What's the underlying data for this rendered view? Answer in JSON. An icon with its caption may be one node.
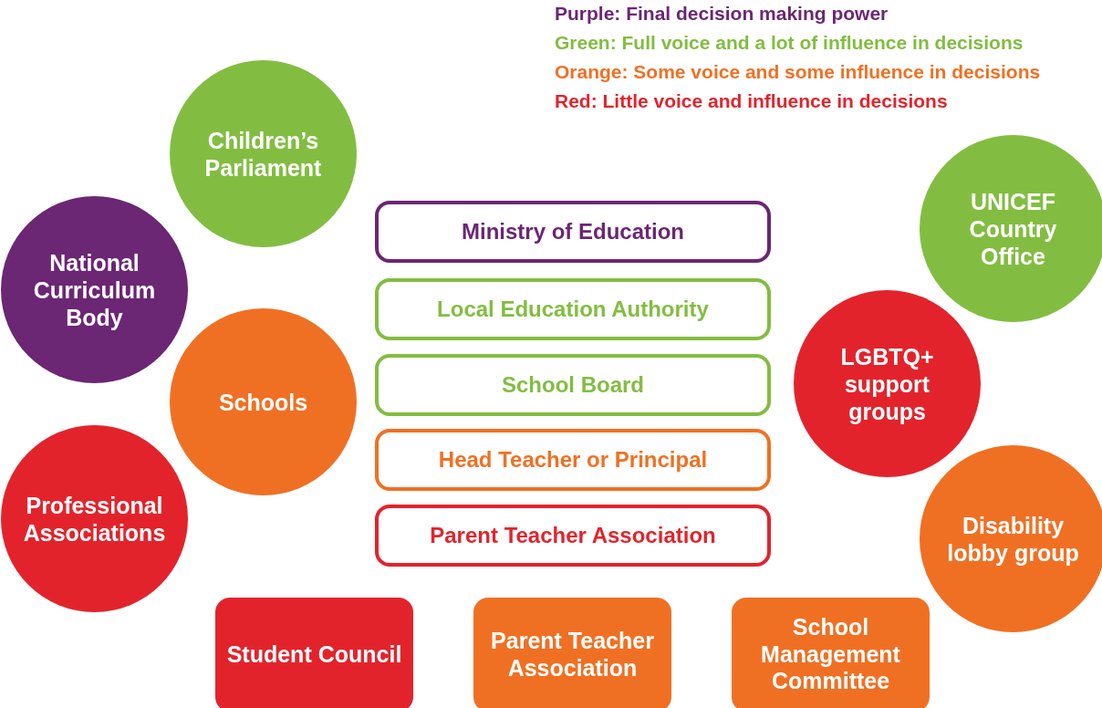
{
  "diagram": {
    "nodes": [
      {
        "text": [
          "Children’s Parliament"
        ]
      },
      {
        "text": [
          "National Curriculum Body"
        ]
      },
      {
        "text": [
          "Schools"
        ]
      },
      {
        "text": [
          "Professional Associations"
        ]
      },
      {
        "text": [
          "Ministry of Education"
        ]
      },
      {
        "text": [
          "Local Education Authority"
        ]
      },
      {
        "text": [
          "School Board"
        ]
      },
      {
        "text": [
          "Head Teacher or Principal"
        ]
      },
      {
        "text": [
          "Parent Teacher Association"
        ]
      },
      {
        "text": [
          "UNICEF Country Office"
        ]
      },
      {
        "text": [
          "LGBTQ+ support groups"
        ]
      },
      {
        "text": [
          "Disability lobby group"
        ]
      },
      {
        "text": [
          "Student Council"
        ]
      },
      {
        "text": [
          "Parent Teacher Association"
        ]
      },
      {
        "text": [
          "School Management Committee"
        ]
      }
    ],
    "legend": [
      {
        "text": "Purple: Final decision making power",
        "color": "#6b2674"
      },
      {
        "text": "Green: Full voice and a lot of influence in decisions",
        "color": "#82bd41"
      },
      {
        "text": "Orange: Some voice and some influence in decisions",
        "color": "#f07023"
      },
      {
        "text": "Red: Little voice and influence in decisions",
        "color": "#e3232c"
      }
    ]
  }
}
